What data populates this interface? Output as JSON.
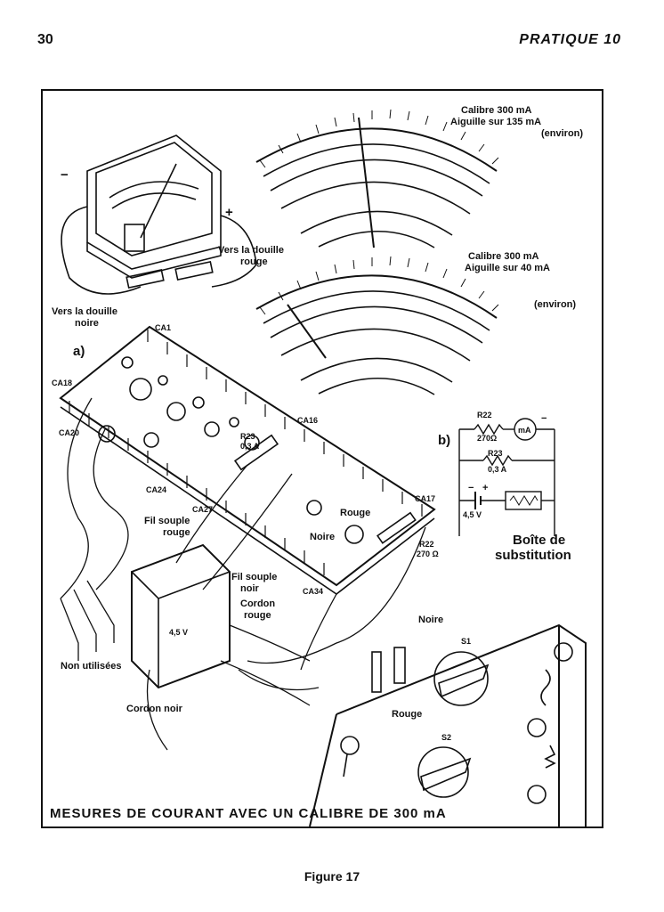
{
  "page": {
    "number": "30",
    "header": "PRATIQUE 10",
    "figure": "Figure 17"
  },
  "diagram": {
    "caption": "MESURES DE COURANT AVEC UN CALIBRE DE 300 mA",
    "meter1": {
      "line1": "Calibre 300 mA",
      "line2": "Aiguille sur 135 mA",
      "line3": "(environ)"
    },
    "meter2": {
      "line1": "Calibre 300 mA",
      "line2": "Aiguille sur 40 mA",
      "line3": "(environ)"
    },
    "labels": {
      "minus": "−",
      "plus": "+",
      "vers_rouge_1": "Vers la douille",
      "vers_rouge_2": "rouge",
      "vers_noire_1": "Vers la douille",
      "vers_noire_2": "noire",
      "part_a": "a)",
      "part_b": "b)",
      "ca1": "CA1",
      "ca18": "CA18",
      "ca20": "CA20",
      "ca24": "CA24",
      "ca27": "CA27",
      "ca16": "CA16",
      "ca17": "CA17",
      "ca34": "CA34",
      "r23": "R23",
      "r23_val": "0,3 A",
      "r22": "R22",
      "r22_val": "270 Ω",
      "fil_rouge_1": "Fil souple",
      "fil_rouge_2": "rouge",
      "fil_noir_1": "Fil souple",
      "fil_noir_2": "noir",
      "cordon_rouge_1": "Cordon",
      "cordon_rouge_2": "rouge",
      "rouge": "Rouge",
      "noire": "Noire",
      "battery": "4,5 V",
      "non_utilisees": "Non utilisées",
      "cordon_noir": "Cordon noir",
      "box_noire": "Noire",
      "box_rouge": "Rouge",
      "s1": "S1",
      "s2": "S2",
      "boite_1": "Boîte de",
      "boite_2": "substitution"
    },
    "schematic": {
      "r22": "R22",
      "r22_val": "270Ω",
      "meter": "mA",
      "r23": "R23",
      "r23_val": "0,3 A",
      "battery": "4,5 V",
      "minus": "−",
      "plus": "+"
    }
  }
}
